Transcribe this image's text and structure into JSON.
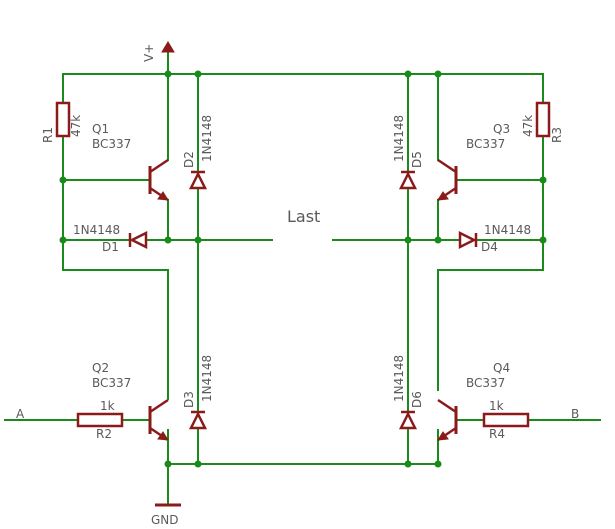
{
  "schematic": {
    "supply": "V+",
    "ground": "GND",
    "load": "Last",
    "input_a": "A",
    "input_b": "B",
    "resistors": [
      {
        "ref": "R1",
        "value": "47k"
      },
      {
        "ref": "R2",
        "value": "1k"
      },
      {
        "ref": "R3",
        "value": "47k"
      },
      {
        "ref": "R4",
        "value": "1k"
      }
    ],
    "transistors": [
      {
        "ref": "Q1",
        "type": "BC337"
      },
      {
        "ref": "Q2",
        "type": "BC337"
      },
      {
        "ref": "Q3",
        "type": "BC337"
      },
      {
        "ref": "Q4",
        "type": "BC337"
      }
    ],
    "diodes": [
      {
        "ref": "D1",
        "type": "1N4148"
      },
      {
        "ref": "D2",
        "type": "1N4148"
      },
      {
        "ref": "D3",
        "type": "1N4148"
      },
      {
        "ref": "D4",
        "type": "1N4148"
      },
      {
        "ref": "D5",
        "type": "1N4148"
      },
      {
        "ref": "D6",
        "type": "1N4148"
      }
    ]
  }
}
